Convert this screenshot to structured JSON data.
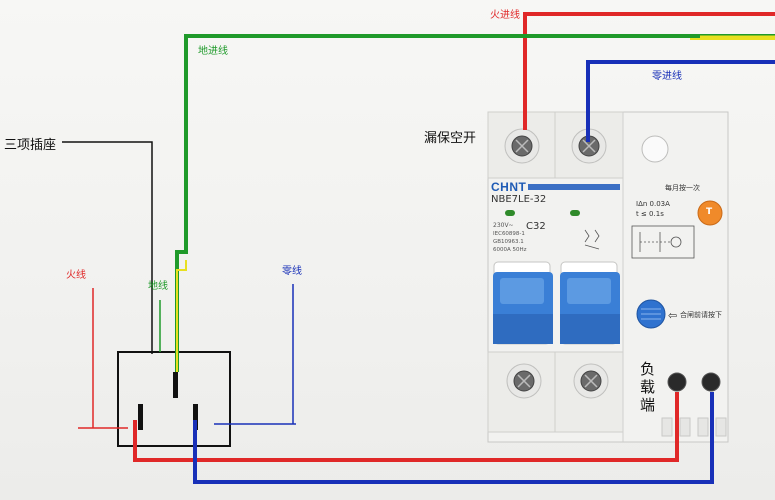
{
  "labels": {
    "fire_in": "火进线",
    "ground_in": "地进线",
    "neutral_in": "零进线",
    "socket": "三项插座",
    "breaker": "漏保空开",
    "fire": "火线",
    "ground": "地线",
    "neutral": "零线",
    "load_1": "负",
    "load_2": "载",
    "load_3": "端"
  },
  "breaker": {
    "brand": "CHNT",
    "model": "NBE7LE-32",
    "rating": "C32",
    "voltage": "230V~",
    "standard1": "IEC60898-1",
    "standard2": "GB10963.1",
    "capacity": "6000A 50Hz",
    "trip_current": "IΔn  0.03A",
    "trip_time": "t  ≤  0.1s",
    "test_note": "每月按一次",
    "test_button": "T",
    "reset_note": "合闸前请按下"
  },
  "colors": {
    "fire": "#e02828",
    "neutral": "#1830b8",
    "ground_green": "#1f9a2a",
    "ground_yellow": "#e8e020",
    "breaker_blue": "#3a7fd6",
    "brand_blue": "#1f5bb5"
  }
}
